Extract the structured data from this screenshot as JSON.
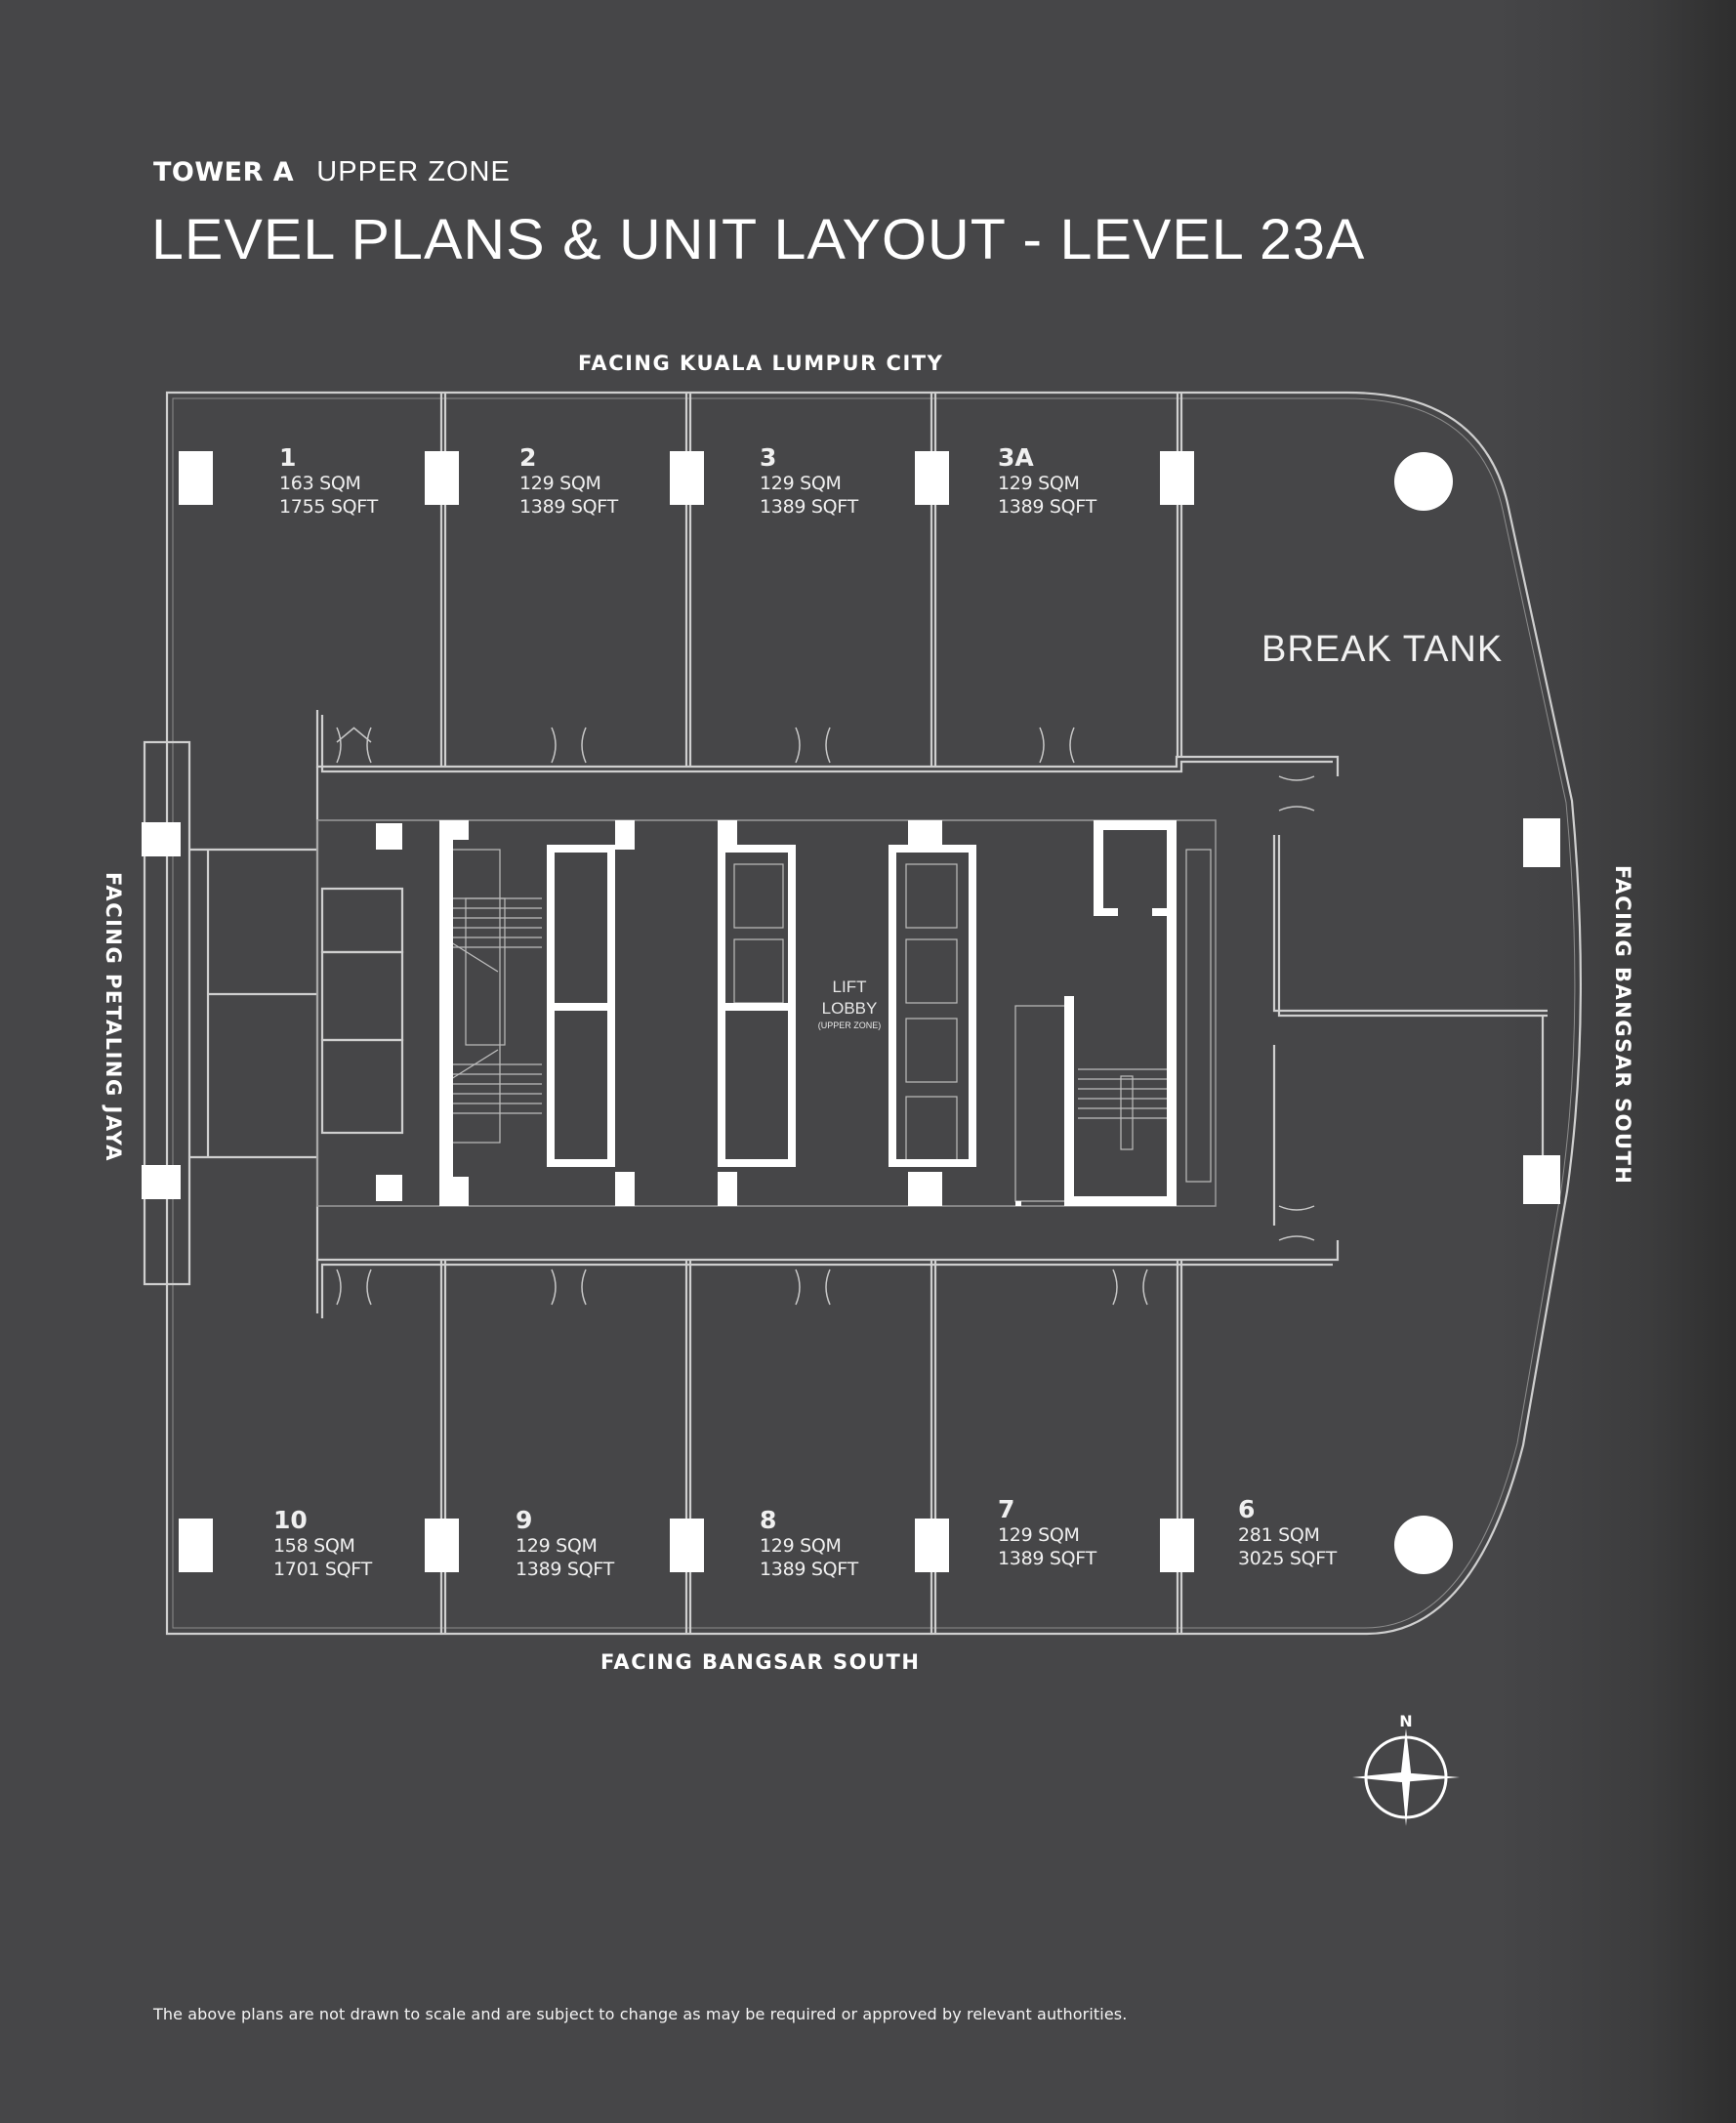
{
  "header": {
    "tower": "TOWER A",
    "zone": "UPPER ZONE",
    "title": "LEVEL PLANS & UNIT LAYOUT - LEVEL 23A"
  },
  "facing": {
    "top": "FACING KUALA LUMPUR CITY",
    "bottom": "FACING BANGSAR SOUTH",
    "left": "FACING PETALING JAYA",
    "right": "FACING BANGSAR SOUTH"
  },
  "units": [
    {
      "id": "1",
      "sqm": "163 SQM",
      "sqft": "1755 SQFT",
      "position": "top"
    },
    {
      "id": "2",
      "sqm": "129 SQM",
      "sqft": "1389 SQFT",
      "position": "top"
    },
    {
      "id": "3",
      "sqm": "129 SQM",
      "sqft": "1389 SQFT",
      "position": "top"
    },
    {
      "id": "3A",
      "sqm": "129 SQM",
      "sqft": "1389 SQFT",
      "position": "top"
    },
    {
      "id": "10",
      "sqm": "158 SQM",
      "sqft": "1701 SQFT",
      "position": "bottom"
    },
    {
      "id": "9",
      "sqm": "129 SQM",
      "sqft": "1389 SQFT",
      "position": "bottom"
    },
    {
      "id": "8",
      "sqm": "129 SQM",
      "sqft": "1389 SQFT",
      "position": "bottom"
    },
    {
      "id": "7",
      "sqm": "129 SQM",
      "sqft": "1389 SQFT",
      "position": "bottom"
    },
    {
      "id": "6",
      "sqm": "281 SQM",
      "sqft": "3025 SQFT",
      "position": "bottom"
    }
  ],
  "rooms": {
    "break_tank": "BREAK TANK",
    "lift_lobby": "LIFT",
    "lift_lobby_2": "LOBBY",
    "lift_lobby_sub": "(UPPER ZONE)"
  },
  "compass": {
    "label": "N",
    "icon": "compass-rose-icon"
  },
  "footnote": "The above plans are not drawn to scale and are subject to change as may be required or approved by relevant authorities.",
  "colors": {
    "background": "#464648",
    "line": "#d8d8d8",
    "column_fill": "#ffffff",
    "text": "#ffffff"
  }
}
